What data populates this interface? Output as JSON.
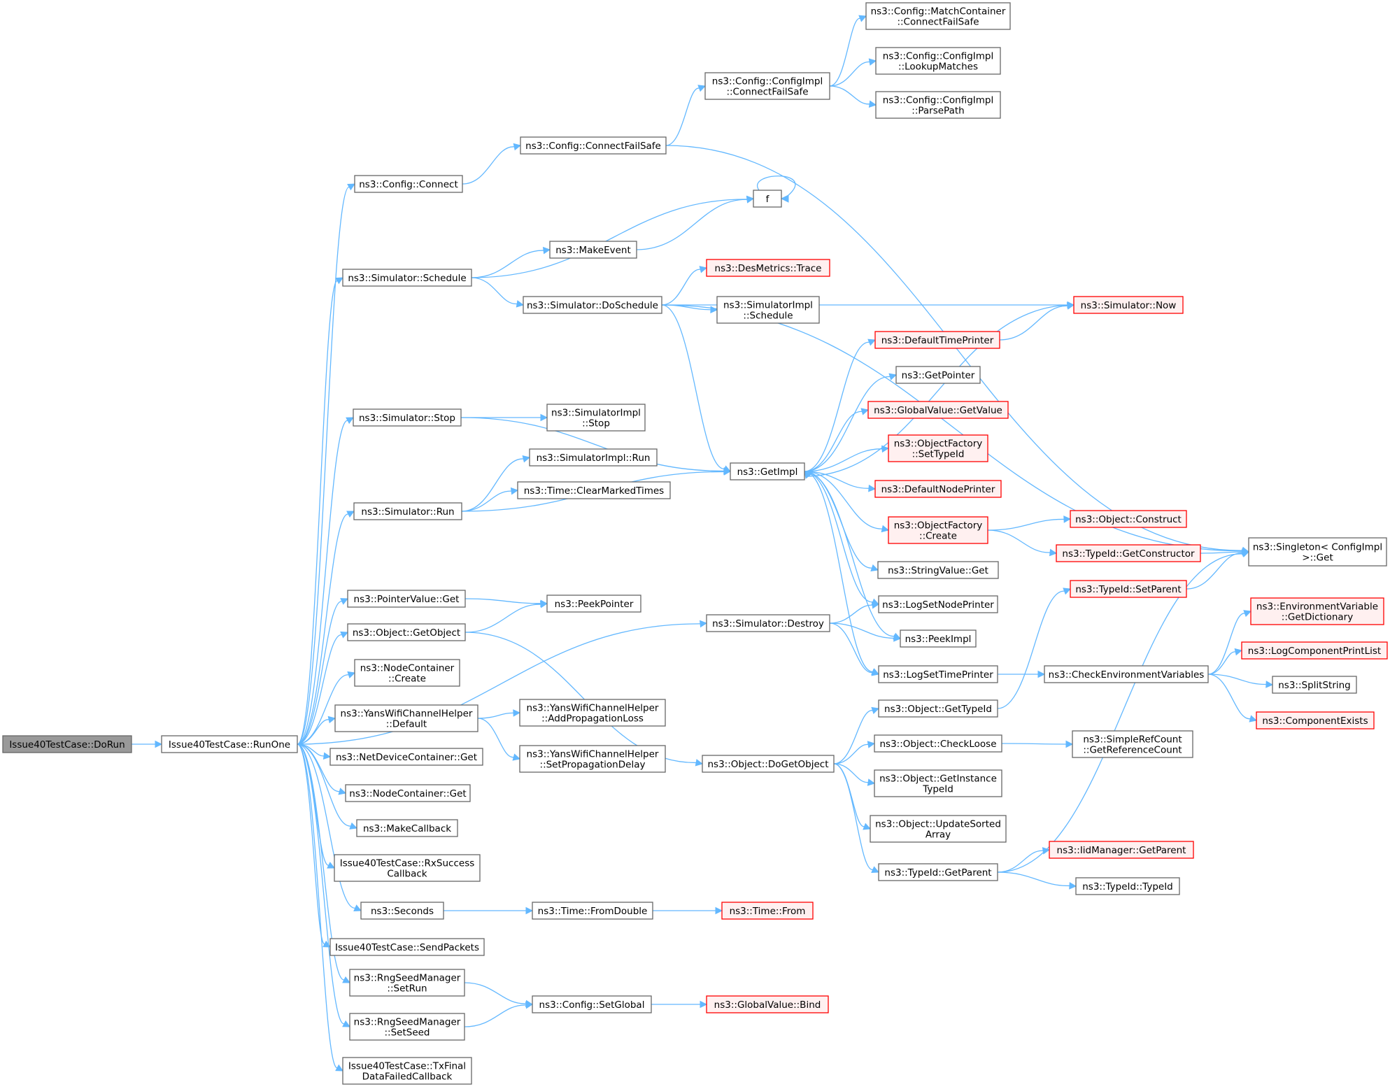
{
  "colors": {
    "edge": "#63b8ff",
    "node_border": "#666666",
    "node_fill": "#ffffff",
    "root_fill": "#999999",
    "truncated_border": "#ff0000",
    "truncated_fill": "#fff0f0"
  },
  "nodes": [
    {
      "id": "doRun",
      "lines": [
        "Issue40TestCase::DoRun"
      ],
      "kind": "root"
    },
    {
      "id": "runOne",
      "lines": [
        "Issue40TestCase::RunOne"
      ],
      "kind": "normal"
    },
    {
      "id": "cfgConnect",
      "lines": [
        "ns3::Config::Connect"
      ],
      "kind": "normal"
    },
    {
      "id": "cfgConnectFailSafe",
      "lines": [
        "ns3::Config::ConnectFailSafe"
      ],
      "kind": "normal"
    },
    {
      "id": "cfgImplConnectFailSafe",
      "lines": [
        "ns3::Config::ConfigImpl",
        "::ConnectFailSafe"
      ],
      "kind": "normal"
    },
    {
      "id": "matchContainer",
      "lines": [
        "ns3::Config::MatchContainer",
        "::ConnectFailSafe"
      ],
      "kind": "normal"
    },
    {
      "id": "lookupMatches",
      "lines": [
        "ns3::Config::ConfigImpl",
        "::LookupMatches"
      ],
      "kind": "normal"
    },
    {
      "id": "parsePath",
      "lines": [
        "ns3::Config::ConfigImpl",
        "::ParsePath"
      ],
      "kind": "normal"
    },
    {
      "id": "f",
      "lines": [
        "f"
      ],
      "kind": "normal"
    },
    {
      "id": "simSchedule",
      "lines": [
        "ns3::Simulator::Schedule"
      ],
      "kind": "normal"
    },
    {
      "id": "makeEvent",
      "lines": [
        "ns3::MakeEvent"
      ],
      "kind": "normal"
    },
    {
      "id": "simDoSchedule",
      "lines": [
        "ns3::Simulator::DoSchedule"
      ],
      "kind": "normal"
    },
    {
      "id": "desMetricsTrace",
      "lines": [
        "ns3::DesMetrics::Trace"
      ],
      "kind": "truncated"
    },
    {
      "id": "simImplSchedule",
      "lines": [
        "ns3::SimulatorImpl",
        "::Schedule"
      ],
      "kind": "normal"
    },
    {
      "id": "simNow",
      "lines": [
        "ns3::Simulator::Now"
      ],
      "kind": "truncated"
    },
    {
      "id": "defaultTimePrinter",
      "lines": [
        "ns3::DefaultTimePrinter"
      ],
      "kind": "truncated"
    },
    {
      "id": "getPointer",
      "lines": [
        "ns3::GetPointer"
      ],
      "kind": "normal"
    },
    {
      "id": "globalValueGetValue",
      "lines": [
        "ns3::GlobalValue::GetValue"
      ],
      "kind": "truncated"
    },
    {
      "id": "objFactorySetTypeId",
      "lines": [
        "ns3::ObjectFactory",
        "::SetTypeId"
      ],
      "kind": "truncated"
    },
    {
      "id": "simStop",
      "lines": [
        "ns3::Simulator::Stop"
      ],
      "kind": "normal"
    },
    {
      "id": "simImplStop",
      "lines": [
        "ns3::SimulatorImpl",
        "::Stop"
      ],
      "kind": "normal"
    },
    {
      "id": "simImplRun",
      "lines": [
        "ns3::SimulatorImpl::Run"
      ],
      "kind": "normal"
    },
    {
      "id": "getImpl",
      "lines": [
        "ns3::GetImpl"
      ],
      "kind": "normal"
    },
    {
      "id": "defaultNodePrinter",
      "lines": [
        "ns3::DefaultNodePrinter"
      ],
      "kind": "truncated"
    },
    {
      "id": "timeClearMarkedTimes",
      "lines": [
        "ns3::Time::ClearMarkedTimes"
      ],
      "kind": "normal"
    },
    {
      "id": "simRun",
      "lines": [
        "ns3::Simulator::Run"
      ],
      "kind": "normal"
    },
    {
      "id": "objFactoryCreate",
      "lines": [
        "ns3::ObjectFactory",
        "::Create"
      ],
      "kind": "truncated"
    },
    {
      "id": "objectConstruct",
      "lines": [
        "ns3::Object::Construct"
      ],
      "kind": "truncated"
    },
    {
      "id": "typeIdGetConstructor",
      "lines": [
        "ns3::TypeId::GetConstructor"
      ],
      "kind": "truncated"
    },
    {
      "id": "singletonGet",
      "lines": [
        "ns3::Singleton< ConfigImpl",
        " >::Get"
      ],
      "kind": "normal"
    },
    {
      "id": "stringValueGet",
      "lines": [
        "ns3::StringValue::Get"
      ],
      "kind": "normal"
    },
    {
      "id": "typeIdSetParent",
      "lines": [
        "ns3::TypeId::SetParent"
      ],
      "kind": "truncated"
    },
    {
      "id": "pointerValueGet",
      "lines": [
        "ns3::PointerValue::Get"
      ],
      "kind": "normal"
    },
    {
      "id": "peekPointer",
      "lines": [
        "ns3::PeekPointer"
      ],
      "kind": "normal"
    },
    {
      "id": "simDestroy",
      "lines": [
        "ns3::Simulator::Destroy"
      ],
      "kind": "normal"
    },
    {
      "id": "logSetNodePrinter",
      "lines": [
        "ns3::LogSetNodePrinter"
      ],
      "kind": "normal"
    },
    {
      "id": "envVarGetDictionary",
      "lines": [
        "ns3::EnvironmentVariable",
        "::GetDictionary"
      ],
      "kind": "truncated"
    },
    {
      "id": "objectGetObject",
      "lines": [
        "ns3::Object::GetObject"
      ],
      "kind": "normal"
    },
    {
      "id": "peekImpl",
      "lines": [
        "ns3::PeekImpl"
      ],
      "kind": "normal"
    },
    {
      "id": "logComponentPrintList",
      "lines": [
        "ns3::LogComponentPrintList"
      ],
      "kind": "truncated"
    },
    {
      "id": "nodeContainerCreate",
      "lines": [
        "ns3::NodeContainer",
        "::Create"
      ],
      "kind": "normal"
    },
    {
      "id": "logSetTimePrinter",
      "lines": [
        "ns3::LogSetTimePrinter"
      ],
      "kind": "normal"
    },
    {
      "id": "checkEnvVars",
      "lines": [
        "ns3::CheckEnvironmentVariables"
      ],
      "kind": "normal"
    },
    {
      "id": "splitString",
      "lines": [
        "ns3::SplitString"
      ],
      "kind": "normal"
    },
    {
      "id": "yansAddPropLoss",
      "lines": [
        "ns3::YansWifiChannelHelper",
        "::AddPropagationLoss"
      ],
      "kind": "normal"
    },
    {
      "id": "objectGetTypeId",
      "lines": [
        "ns3::Object::GetTypeId"
      ],
      "kind": "normal"
    },
    {
      "id": "componentExists",
      "lines": [
        "ns3::ComponentExists"
      ],
      "kind": "truncated"
    },
    {
      "id": "yansDefault",
      "lines": [
        "ns3::YansWifiChannelHelper",
        "::Default"
      ],
      "kind": "normal"
    },
    {
      "id": "objectCheckLoose",
      "lines": [
        "ns3::Object::CheckLoose"
      ],
      "kind": "normal"
    },
    {
      "id": "simpleRefCount",
      "lines": [
        "ns3::SimpleRefCount",
        "::GetReferenceCount"
      ],
      "kind": "normal"
    },
    {
      "id": "netDeviceContainerGet",
      "lines": [
        "ns3::NetDeviceContainer::Get"
      ],
      "kind": "normal"
    },
    {
      "id": "yansSetPropDelay",
      "lines": [
        "ns3::YansWifiChannelHelper",
        "::SetPropagationDelay"
      ],
      "kind": "normal"
    },
    {
      "id": "objectDoGetObject",
      "lines": [
        "ns3::Object::DoGetObject"
      ],
      "kind": "normal"
    },
    {
      "id": "objectGetInstanceTypeId",
      "lines": [
        "ns3::Object::GetInstance",
        "TypeId"
      ],
      "kind": "normal"
    },
    {
      "id": "nodeContainerGet",
      "lines": [
        "ns3::NodeContainer::Get"
      ],
      "kind": "normal"
    },
    {
      "id": "makeCallback",
      "lines": [
        "ns3::MakeCallback"
      ],
      "kind": "normal"
    },
    {
      "id": "objectUpdateSortedArray",
      "lines": [
        "ns3::Object::UpdateSorted",
        "Array"
      ],
      "kind": "normal"
    },
    {
      "id": "iidManagerGetParent",
      "lines": [
        "ns3::IidManager::GetParent"
      ],
      "kind": "truncated"
    },
    {
      "id": "rxSuccessCallback",
      "lines": [
        "Issue40TestCase::RxSuccess",
        "Callback"
      ],
      "kind": "normal"
    },
    {
      "id": "typeIdGetParent",
      "lines": [
        "ns3::TypeId::GetParent"
      ],
      "kind": "normal"
    },
    {
      "id": "typeIdTypeId",
      "lines": [
        "ns3::TypeId::TypeId"
      ],
      "kind": "normal"
    },
    {
      "id": "seconds",
      "lines": [
        "ns3::Seconds"
      ],
      "kind": "normal"
    },
    {
      "id": "timeFromDouble",
      "lines": [
        "ns3::Time::FromDouble"
      ],
      "kind": "normal"
    },
    {
      "id": "timeFrom",
      "lines": [
        "ns3::Time::From"
      ],
      "kind": "truncated"
    },
    {
      "id": "sendPackets",
      "lines": [
        "Issue40TestCase::SendPackets"
      ],
      "kind": "normal"
    },
    {
      "id": "rngSetRun",
      "lines": [
        "ns3::RngSeedManager",
        "::SetRun"
      ],
      "kind": "normal"
    },
    {
      "id": "configSetGlobal",
      "lines": [
        "ns3::Config::SetGlobal"
      ],
      "kind": "normal"
    },
    {
      "id": "globalValueBind",
      "lines": [
        "ns3::GlobalValue::Bind"
      ],
      "kind": "truncated"
    },
    {
      "id": "rngSetSeed",
      "lines": [
        "ns3::RngSeedManager",
        "::SetSeed"
      ],
      "kind": "normal"
    },
    {
      "id": "txFinalDataFailed",
      "lines": [
        "Issue40TestCase::TxFinal",
        "DataFailedCallback"
      ],
      "kind": "normal"
    }
  ],
  "edges": [
    [
      "doRun",
      "runOne"
    ],
    [
      "runOne",
      "cfgConnect"
    ],
    [
      "runOne",
      "simSchedule"
    ],
    [
      "runOne",
      "simStop"
    ],
    [
      "runOne",
      "simRun"
    ],
    [
      "runOne",
      "simDestroy"
    ],
    [
      "runOne",
      "pointerValueGet"
    ],
    [
      "runOne",
      "objectGetObject"
    ],
    [
      "runOne",
      "nodeContainerCreate"
    ],
    [
      "runOne",
      "yansDefault"
    ],
    [
      "runOne",
      "netDeviceContainerGet"
    ],
    [
      "runOne",
      "nodeContainerGet"
    ],
    [
      "runOne",
      "makeCallback"
    ],
    [
      "runOne",
      "rxSuccessCallback"
    ],
    [
      "runOne",
      "seconds"
    ],
    [
      "runOne",
      "sendPackets"
    ],
    [
      "runOne",
      "rngSetRun"
    ],
    [
      "runOne",
      "rngSetSeed"
    ],
    [
      "runOne",
      "txFinalDataFailed"
    ],
    [
      "cfgConnect",
      "cfgConnectFailSafe"
    ],
    [
      "cfgConnectFailSafe",
      "cfgImplConnectFailSafe"
    ],
    [
      "cfgConnectFailSafe",
      "singletonGet"
    ],
    [
      "cfgImplConnectFailSafe",
      "matchContainer"
    ],
    [
      "cfgImplConnectFailSafe",
      "lookupMatches"
    ],
    [
      "cfgImplConnectFailSafe",
      "parsePath"
    ],
    [
      "f",
      "f"
    ],
    [
      "simSchedule",
      "f"
    ],
    [
      "simSchedule",
      "makeEvent"
    ],
    [
      "simSchedule",
      "simDoSchedule"
    ],
    [
      "makeEvent",
      "f"
    ],
    [
      "simDoSchedule",
      "desMetricsTrace"
    ],
    [
      "simDoSchedule",
      "simImplSchedule"
    ],
    [
      "simDoSchedule",
      "simNow"
    ],
    [
      "simDoSchedule",
      "getImpl"
    ],
    [
      "simDoSchedule",
      "singletonGet"
    ],
    [
      "simNow",
      "getImpl"
    ],
    [
      "defaultTimePrinter",
      "simNow"
    ],
    [
      "simStop",
      "simImplStop"
    ],
    [
      "simStop",
      "getImpl"
    ],
    [
      "simRun",
      "simImplRun"
    ],
    [
      "simRun",
      "timeClearMarkedTimes"
    ],
    [
      "simRun",
      "getImpl"
    ],
    [
      "getImpl",
      "defaultTimePrinter"
    ],
    [
      "getImpl",
      "getPointer"
    ],
    [
      "getImpl",
      "globalValueGetValue"
    ],
    [
      "getImpl",
      "objFactorySetTypeId"
    ],
    [
      "getImpl",
      "defaultNodePrinter"
    ],
    [
      "getImpl",
      "objFactoryCreate"
    ],
    [
      "getImpl",
      "stringValueGet"
    ],
    [
      "getImpl",
      "logSetNodePrinter"
    ],
    [
      "getImpl",
      "peekImpl"
    ],
    [
      "getImpl",
      "logSetTimePrinter"
    ],
    [
      "objFactoryCreate",
      "objectConstruct"
    ],
    [
      "objFactoryCreate",
      "typeIdGetConstructor"
    ],
    [
      "typeIdGetConstructor",
      "singletonGet"
    ],
    [
      "typeIdSetParent",
      "singletonGet"
    ],
    [
      "pointerValueGet",
      "peekPointer"
    ],
    [
      "objectGetObject",
      "peekPointer"
    ],
    [
      "objectGetObject",
      "objectDoGetObject"
    ],
    [
      "simDestroy",
      "logSetNodePrinter"
    ],
    [
      "simDestroy",
      "peekImpl"
    ],
    [
      "simDestroy",
      "logSetTimePrinter"
    ],
    [
      "logSetTimePrinter",
      "checkEnvVars"
    ],
    [
      "checkEnvVars",
      "envVarGetDictionary"
    ],
    [
      "checkEnvVars",
      "logComponentPrintList"
    ],
    [
      "checkEnvVars",
      "splitString"
    ],
    [
      "checkEnvVars",
      "componentExists"
    ],
    [
      "yansDefault",
      "yansAddPropLoss"
    ],
    [
      "yansDefault",
      "yansSetPropDelay"
    ],
    [
      "objectDoGetObject",
      "objectGetTypeId"
    ],
    [
      "objectDoGetObject",
      "objectCheckLoose"
    ],
    [
      "objectDoGetObject",
      "objectGetInstanceTypeId"
    ],
    [
      "objectDoGetObject",
      "objectUpdateSortedArray"
    ],
    [
      "objectDoGetObject",
      "typeIdGetParent"
    ],
    [
      "objectGetTypeId",
      "typeIdSetParent"
    ],
    [
      "objectCheckLoose",
      "simpleRefCount"
    ],
    [
      "typeIdGetParent",
      "iidManagerGetParent"
    ],
    [
      "typeIdGetParent",
      "typeIdTypeId"
    ],
    [
      "typeIdGetParent",
      "singletonGet"
    ],
    [
      "seconds",
      "timeFromDouble"
    ],
    [
      "timeFromDouble",
      "timeFrom"
    ],
    [
      "rngSetRun",
      "configSetGlobal"
    ],
    [
      "rngSetSeed",
      "configSetGlobal"
    ],
    [
      "configSetGlobal",
      "globalValueBind"
    ]
  ]
}
